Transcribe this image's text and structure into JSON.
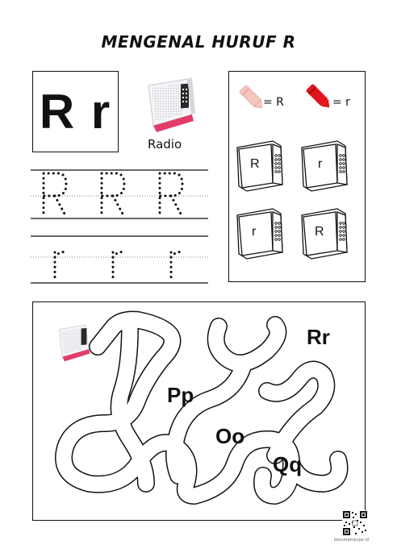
{
  "title": "MENGENAL HURUF R",
  "letter_display": "R r",
  "picture_label": "Radio",
  "legend": {
    "upper_text": "= R",
    "lower_text": "= r",
    "upper_crayon_color": "#f5c6c0",
    "lower_crayon_color": "#e0161c"
  },
  "cards": [
    "R",
    "r",
    "r",
    "R"
  ],
  "trace_upper": [
    "R",
    "R",
    "R"
  ],
  "trace_lower": [
    "r",
    "r",
    "r"
  ],
  "maze_labels": [
    "Rr",
    "Pp",
    "Oo",
    "Qq"
  ],
  "qr_caption": "kesumampujar.id",
  "colors": {
    "radio_pink": "#e23d6a",
    "ink": "#111111"
  }
}
